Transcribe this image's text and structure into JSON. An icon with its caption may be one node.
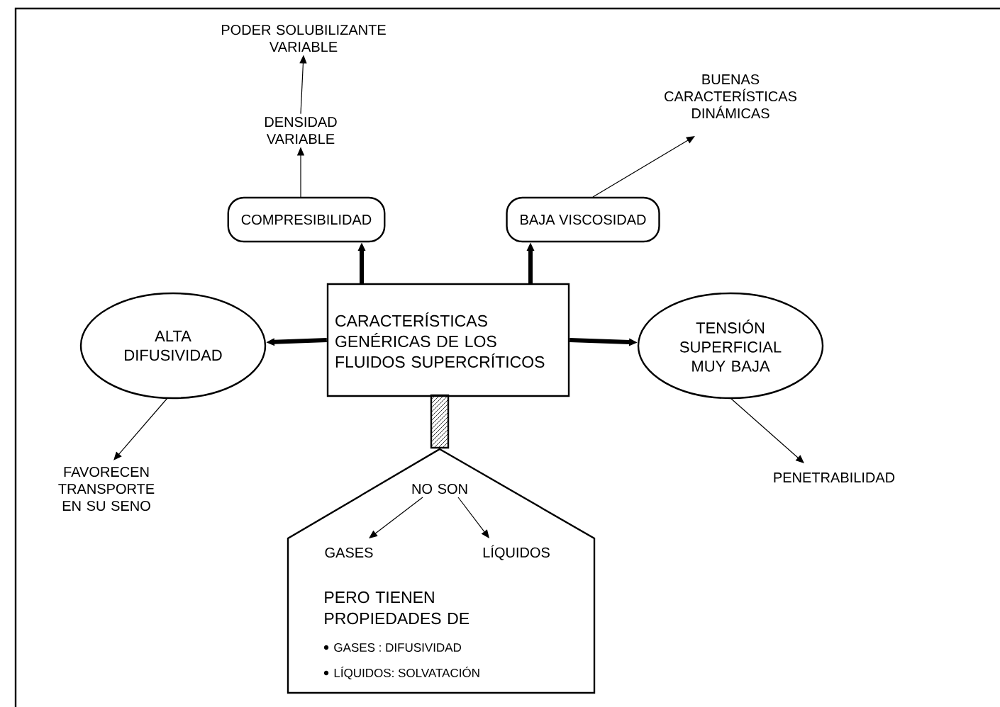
{
  "diagram": {
    "nodes": [
      {
        "text": [
          "CARACTERÍSTICAS GENÉRICAS DE LOS FLUIDOS SUPERCRÍTICOS"
        ]
      },
      {
        "text": [
          "COMPRESIBILIDAD"
        ]
      },
      {
        "text": [
          "BAJA VISCOSIDAD"
        ]
      },
      {
        "text": [
          "DENSIDAD VARIABLE"
        ]
      },
      {
        "text": [
          "PODER SOLUBILIZANTE VARIABLE"
        ]
      },
      {
        "text": [
          "BUENAS CARACTERÍSTICAS DINÁMICAS"
        ]
      },
      {
        "text": [
          "ALTA DIFUSIVIDAD"
        ]
      },
      {
        "text": [
          "TENSIÓN SUPERFICIAL MUY BAJA"
        ]
      },
      {
        "text": [
          "FAVORECEN TRANSPORTE EN SU SENO"
        ]
      },
      {
        "text": [
          "PENETRABILIDAD"
        ]
      },
      {
        "text": [
          "PERO TIENEN PROPIEDADES DE",
          "GASES : DIFUSIVIDAD",
          "LÍQUIDOS: SOLVATACIÓN"
        ]
      },
      {
        "text": [
          "NO SON"
        ],
        "in": 10
      },
      {
        "text": [
          "GASES"
        ],
        "in": 10
      },
      {
        "text": [
          "LÍQUIDOS"
        ],
        "in": 10
      }
    ],
    "edges": [
      {
        "from": 0,
        "to": 1,
        "arrow": "to",
        "style": "thick"
      },
      {
        "from": 0,
        "to": 2,
        "arrow": "to",
        "style": "thick"
      },
      {
        "from": 0,
        "to": 6,
        "arrow": "to",
        "style": "thick"
      },
      {
        "from": 0,
        "to": 7,
        "arrow": "to",
        "style": "thick"
      },
      {
        "from": 0,
        "to": 10,
        "arrow": "none",
        "style": "thick"
      },
      {
        "from": 1,
        "to": 3,
        "arrow": "to"
      },
      {
        "from": 3,
        "to": 4,
        "arrow": "to"
      },
      {
        "from": 2,
        "to": 5,
        "arrow": "to"
      },
      {
        "from": 6,
        "to": 8,
        "arrow": "to"
      },
      {
        "from": 7,
        "to": 9,
        "arrow": "to"
      },
      {
        "from": 11,
        "to": 12,
        "arrow": "to"
      },
      {
        "from": 11,
        "to": 13,
        "arrow": "to"
      }
    ]
  }
}
